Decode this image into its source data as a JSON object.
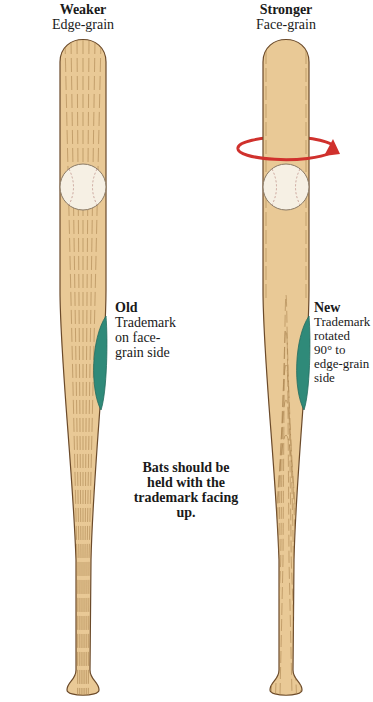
{
  "diagram": {
    "labels": [
      "Weaker",
      "Edge-grain",
      "Stronger",
      "Face-grain",
      "Old",
      "Trademark on face-grain side",
      "New",
      "Trademark rotated 90° to edge-grain side",
      "Bats should be held with the trademark facing up."
    ]
  }
}
